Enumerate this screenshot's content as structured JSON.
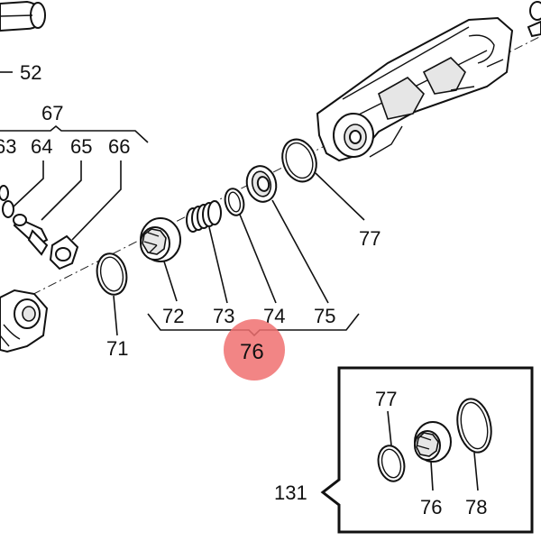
{
  "labels": {
    "p52": "52",
    "p67": "67",
    "p63": "63",
    "p64": "64",
    "p65": "65",
    "p66": "66",
    "p71": "71",
    "p72": "72",
    "p73": "73",
    "p74": "74",
    "p75": "75",
    "p76": "76",
    "p77": "77",
    "inset": {
      "p77": "77",
      "p76": "76",
      "p78": "78",
      "p131": "131"
    }
  },
  "colors": {
    "ink": "#111111",
    "highlight": "#f07070",
    "background": "#ffffff"
  }
}
